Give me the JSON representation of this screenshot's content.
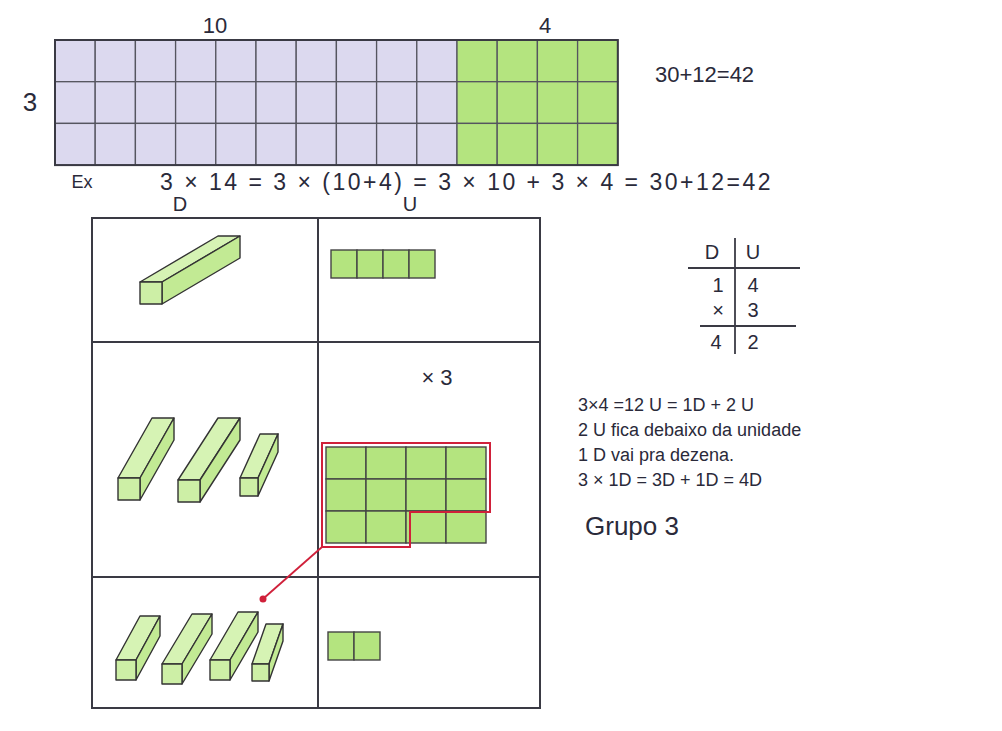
{
  "diagram": {
    "labels": [
      "10",
      "4",
      "3",
      "30+12=42",
      "Ex",
      "3 × 14 = 3 × (10+4) = 3 × 10 + 3 × 4 = 30+12=42",
      "D",
      "U",
      "× 3",
      "D",
      "U",
      "1",
      "4",
      "×",
      "3",
      "4",
      "2",
      "3×4 =12 U = 1D + 2 U",
      "2 U fica debaixo da unidade",
      "1 D vai pra dezena.",
      "3 × 1D = 3D + 1D = 4D",
      "Grupo 3"
    ]
  }
}
